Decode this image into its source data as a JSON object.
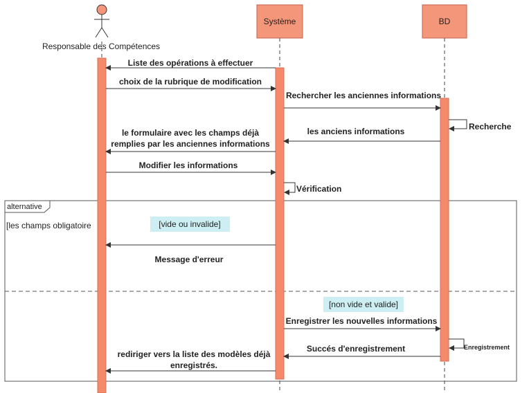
{
  "participants": {
    "actor": "Responsable des Compétences",
    "system": "Système",
    "db": "BD"
  },
  "colors": {
    "box_fill": "#f4967a",
    "box_stroke": "#c0604a",
    "activation_fill": "#f58a6a",
    "guard_fill": "#cdeef3",
    "actor_head": "#f4967a"
  },
  "messages": {
    "m1": "Liste des opérations à effectuer",
    "m2": "choix de la rubrique de modification",
    "m3": "Rechercher les anciennes informations",
    "m4": "Recherche",
    "m5_line1": "les anciens informations",
    "m6_line1": "le formulaire avec les champs déjà",
    "m6_line2": "remplies par les anciennes informations",
    "m7": "Modifier les informations",
    "m8": "Vérification",
    "m9": "Message d'erreur",
    "m10": "Enregistrer les nouvelles informations",
    "m11": "Enregistrement",
    "m12": "Succés d'enregistrement",
    "m13_line1": "rediriger vers la liste des modèles déjà",
    "m13_line2": "enregistrés."
  },
  "fragment": {
    "operator": "alternative",
    "condition_text": "[les champs obligatoire",
    "guard1": "[vide ou invalide]",
    "guard2": "[non vide et valide]"
  }
}
